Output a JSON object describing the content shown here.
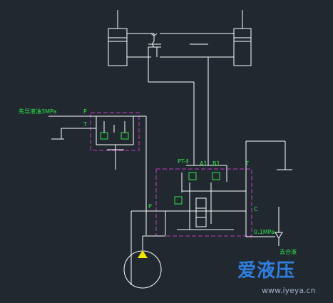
{
  "labels": {
    "pilot_oil": "先导液油3MPa",
    "pilot_p": "P",
    "pilot_t": "T",
    "valve_code": "PT-Ⅱ",
    "port_a1": "A1",
    "port_b1": "B1",
    "port_t": "T",
    "port_p": "P",
    "port_c": "C",
    "pressure": "0.1MPa",
    "fluid": "去合液"
  },
  "watermark": {
    "brand": "爱液压",
    "url": "www.iyeya.cn"
  },
  "colors": {
    "background": "#212830",
    "line": "#ffffff",
    "label": "#2ee64a",
    "boundary": "#c23bc2",
    "pump": "#f2e600",
    "watermark": "#2f7fe0"
  }
}
